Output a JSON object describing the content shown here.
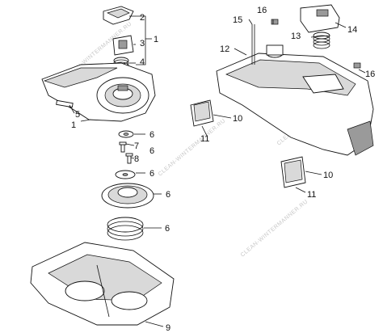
{
  "callouts": {
    "c1a": "1",
    "c1b": "1",
    "c2": "2",
    "c3": "3",
    "c4": "4",
    "c5": "5",
    "c6a": "6",
    "c6b": "6",
    "c6c": "6",
    "c6d": "6",
    "c6e": "6",
    "c7": "7",
    "c8": "8",
    "c9": "9",
    "c10a": "10",
    "c10b": "10",
    "c11a": "11",
    "c11b": "11",
    "c12": "12",
    "c13": "13",
    "c14": "14",
    "c15": "15",
    "c16a": "16",
    "c16b": "16"
  },
  "watermarks": {
    "w1": "CLEAN-WINTERMANNER.RU",
    "w2": "CLEAN-WINTERMANNER.RU",
    "w3": "CLEAN-WINTERMANNER.RU",
    "w4": "CLEAN-WINTERMANNER.RU"
  }
}
